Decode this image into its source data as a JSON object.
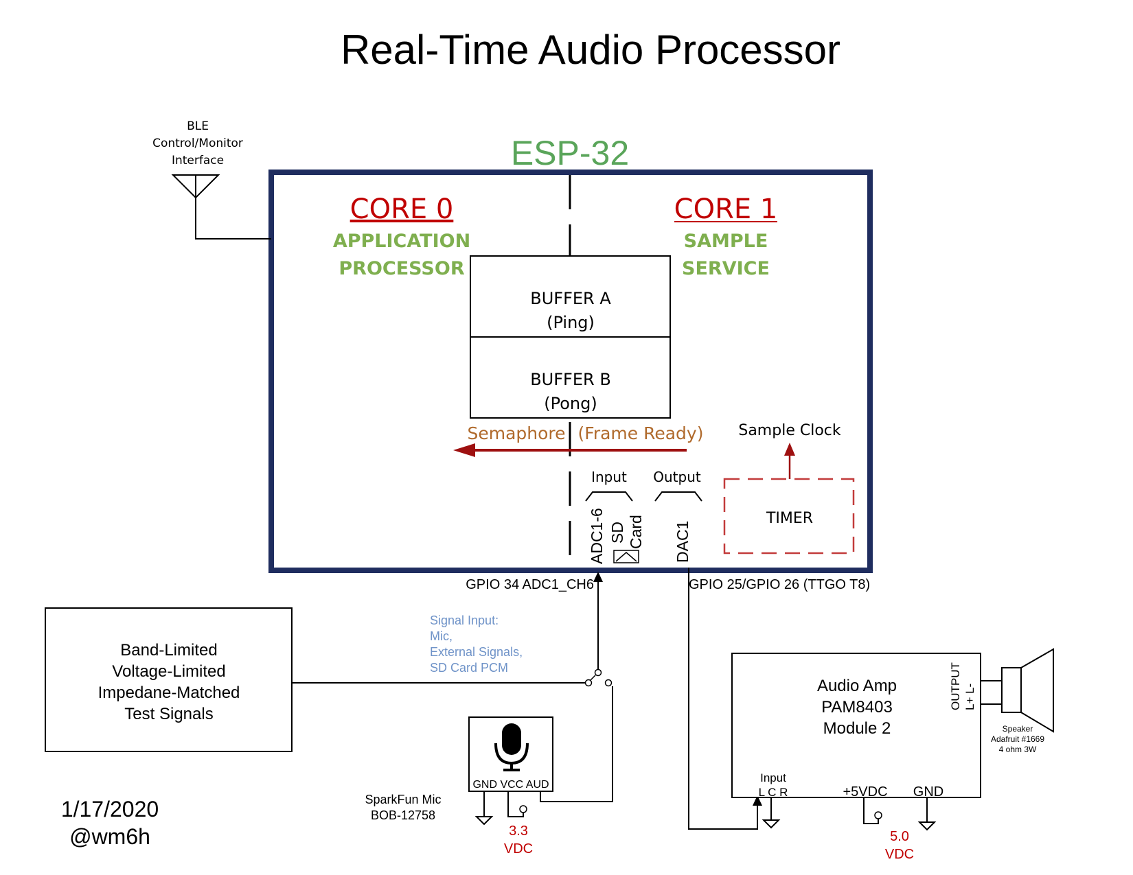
{
  "title": "Real-Time Audio Processor",
  "esp": {
    "label": "ESP-32",
    "core0": {
      "title": "CORE 0",
      "line1": "APPLICATION",
      "line2": "PROCESSOR"
    },
    "core1": {
      "title": "CORE 1",
      "line1": "SAMPLE",
      "line2": "SERVICE"
    },
    "buffer_a": {
      "line1": "BUFFER A",
      "line2": "(Ping)"
    },
    "buffer_b": {
      "line1": "BUFFER B",
      "line2": "(Pong)"
    },
    "semaphore_label": "Semaphore",
    "frame_ready_label": "(Frame Ready)",
    "sample_clock_label": "Sample Clock",
    "timer_label": "TIMER",
    "input_label": "Input",
    "output_label": "Output",
    "adc_label": "ADC1-6",
    "sd_label": "SD",
    "card_label": "Card",
    "dac_label": "DAC1"
  },
  "ble": {
    "line1": "BLE",
    "line2": "Control/Monitor",
    "line3": "Interface"
  },
  "gpio_in_label": "GPIO 34 ADC1_CH6",
  "gpio_out_label": "GPIO 25/GPIO 26 (TTGO T8)",
  "signal_input": {
    "line1": "Signal Input:",
    "line2": "Mic,",
    "line3": "External Signals,",
    "line4": "SD Card PCM"
  },
  "test_signals": {
    "line1": "Band-Limited",
    "line2": "Voltage-Limited",
    "line3": "Impedane-Matched",
    "line4": "Test Signals"
  },
  "mic": {
    "pins": "GND VCC AUD",
    "name_line1": "SparkFun Mic",
    "name_line2": "BOB-12758",
    "voltage_line1": "3.3",
    "voltage_line2": "VDC",
    "icon": "microphone-icon"
  },
  "amp": {
    "line1": "Audio Amp",
    "line2": "PAM8403",
    "line3": "Module 2",
    "input_label": "Input",
    "lcr_label": "L  C  R",
    "vdc_label": "+5VDC",
    "gnd_label": "GND",
    "output_label": "OUTPUT",
    "lr_label": "L+  L-",
    "voltage_line1": "5.0",
    "voltage_line2": "VDC"
  },
  "speaker": {
    "line1": "Speaker",
    "line2": "Adafruit #1669",
    "line3": "4 ohm 3W"
  },
  "footer": {
    "date": "1/17/2020",
    "author": "@wm6h"
  },
  "colors": {
    "esp_border": "#1f2d5f",
    "esp_label": "#5aa55a",
    "core_title": "#c00000",
    "core_sub": "#7faf4f",
    "semaphore": "#b06a2c",
    "arrow": "#9e1010",
    "timer": "#c23b3b",
    "signal_input": "#6f93c8",
    "voltage": "#c00000"
  }
}
